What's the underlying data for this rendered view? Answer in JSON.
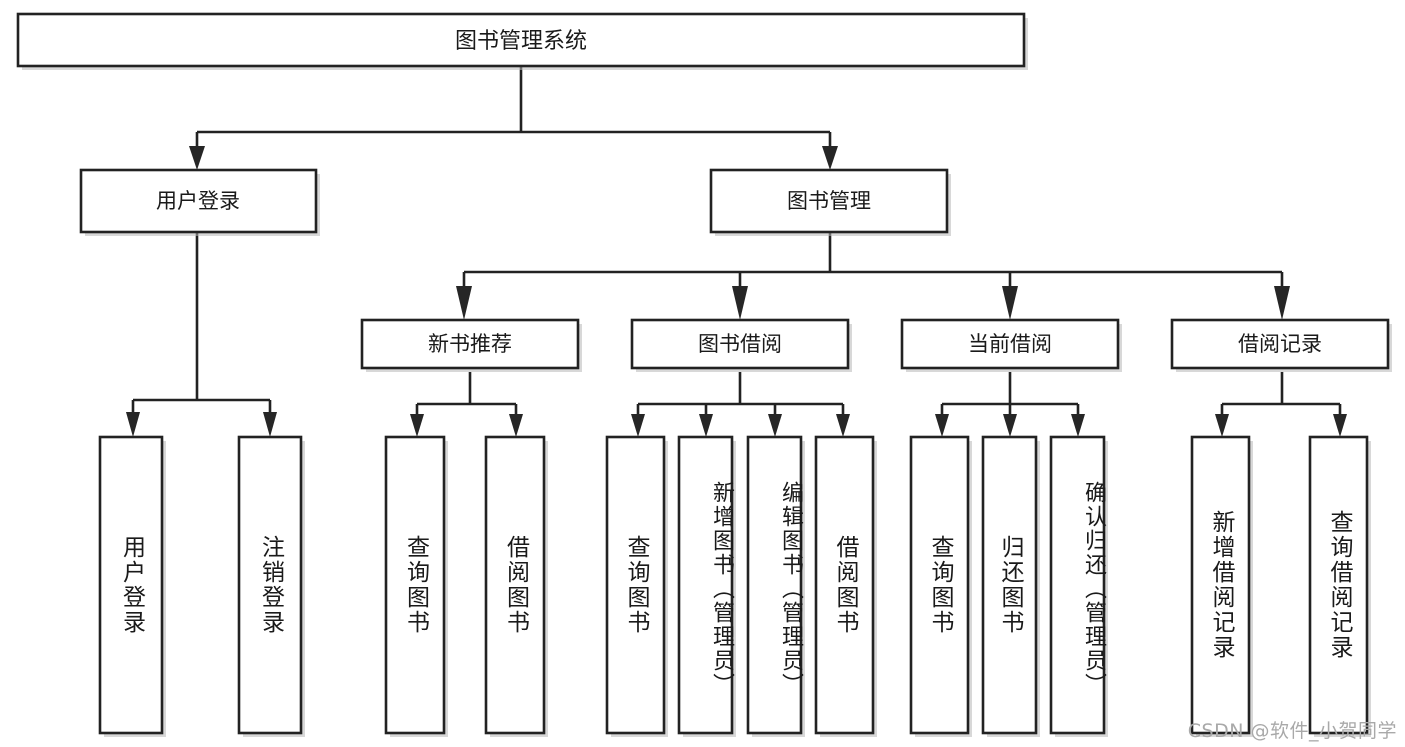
{
  "diagram": {
    "type": "tree-hierarchy-chart",
    "title": "图书管理系统",
    "watermark": "CSDN @软件_小贺同学",
    "colors": {
      "background": "#ffffff",
      "box_stroke": "#222222",
      "box_fill": "#ffffff",
      "text": "#1a1a1a",
      "arrow": "#262626",
      "watermark": "#a9a9a9"
    },
    "root": {
      "label": "图书管理系统"
    },
    "level2": [
      {
        "label": "用户登录"
      },
      {
        "label": "图书管理"
      }
    ],
    "level3": [
      {
        "label": "新书推荐"
      },
      {
        "label": "图书借阅"
      },
      {
        "label": "当前借阅"
      },
      {
        "label": "借阅记录"
      }
    ],
    "groups": [
      {
        "parent": "用户登录",
        "leaves": [
          {
            "label": "用户登录"
          },
          {
            "label": "注销登录"
          }
        ]
      },
      {
        "parent": "新书推荐",
        "leaves": [
          {
            "label": "查询图书"
          },
          {
            "label": "借阅图书"
          }
        ]
      },
      {
        "parent": "图书借阅",
        "leaves": [
          {
            "label": "查询图书"
          },
          {
            "label": "新增图书（管理员）"
          },
          {
            "label": "编辑图书（管理员）"
          },
          {
            "label": "借阅图书"
          }
        ]
      },
      {
        "parent": "当前借阅",
        "leaves": [
          {
            "label": "查询图书"
          },
          {
            "label": "归还图书"
          },
          {
            "label": "确认归还（管理员）"
          }
        ]
      },
      {
        "parent": "借阅记录",
        "leaves": [
          {
            "label": "新增借阅记录"
          },
          {
            "label": "查询借阅记录"
          }
        ]
      }
    ]
  }
}
